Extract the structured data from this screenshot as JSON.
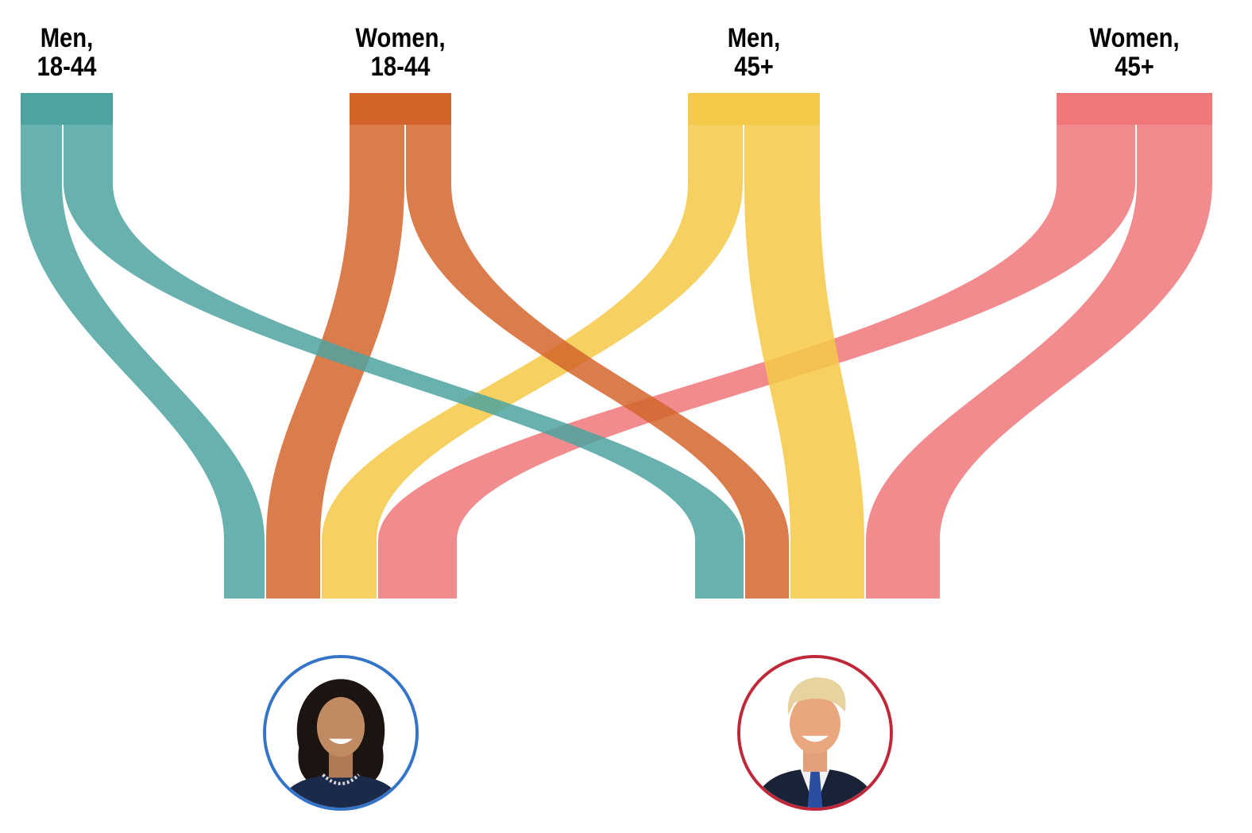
{
  "groups": [
    {
      "id": "men-18-44",
      "line1": "Men,",
      "line2": "18-44",
      "color": "#4da3a0"
    },
    {
      "id": "women-18-44",
      "line1": "Women,",
      "line2": "18-44",
      "color": "#d3652b"
    },
    {
      "id": "men-45-plus",
      "line1": "Men,",
      "line2": "45+",
      "color": "#f4c947"
    },
    {
      "id": "women-45-plus",
      "line1": "Women,",
      "line2": "45+",
      "color": "#ef777a"
    }
  ],
  "candidates": [
    {
      "id": "harris",
      "ring_color": "#3374c8",
      "icon": "candidate-portrait-left"
    },
    {
      "id": "trump",
      "ring_color": "#c0283a",
      "icon": "candidate-portrait-right"
    }
  ],
  "flows": [
    {
      "group": "men-18-44",
      "to": "harris"
    },
    {
      "group": "men-18-44",
      "to": "trump"
    },
    {
      "group": "women-18-44",
      "to": "harris"
    },
    {
      "group": "women-18-44",
      "to": "trump"
    },
    {
      "group": "men-45-plus",
      "to": "harris"
    },
    {
      "group": "men-45-plus",
      "to": "trump"
    },
    {
      "group": "women-45-plus",
      "to": "harris"
    },
    {
      "group": "women-45-plus",
      "to": "trump"
    }
  ]
}
